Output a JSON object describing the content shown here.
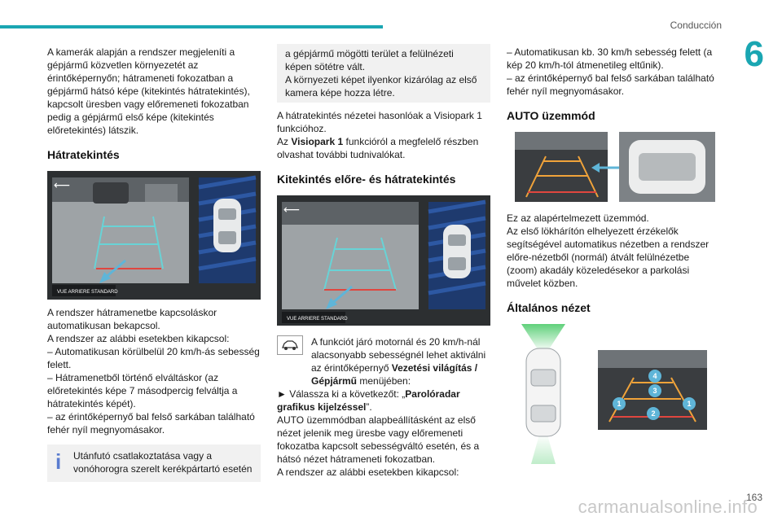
{
  "header": {
    "section": "Conducción",
    "chapter": "6",
    "page": "163"
  },
  "watermark": "carmanualsonline.info",
  "col1": {
    "intro": "A kamerák alapján a rendszer megjeleníti a gépjármű közvetlen környezetét az érintőképernyőn; hátrameneti fokozatban a gépjármű hátsó képe (kitekintés hátratekintés), kapcsolt üresben vagy előremeneti fokozatban pedig a gépjármű első képe (kitekintés előretekintés) látszik.",
    "heading": "Hátratekintés",
    "image_label": "VUE ARRIERE STANDARD",
    "p1": "A rendszer hátramenetbe kapcsoláskor automatikusan bekapcsol.",
    "p2": "A rendszer az alábbi esetekben kikapcsol:",
    "bullet1": "– Automatikusan körülbelül 20 km/h-ás sebesség felett.",
    "bullet2": "– Hátramenetből történő elváltáskor (az előretekintés képe 7 másodpercig felváltja a hátratekintés képét).",
    "bullet3": "– az érintőképernyő bal felső sarkában található fehér nyíl megnyomásakor.",
    "note": "Utánfutó csatlakoztatása vagy a vonóhorogra szerelt kerékpártartó esetén"
  },
  "col2": {
    "note_cont1": "a gépjármű mögötti terület a felülnézeti képen sötétre vált.",
    "note_cont2": "A környezeti képet ilyenkor kizárólag az első kamera képe hozza létre.",
    "p1": "A hátratekintés nézetei hasonlóak a Visiopark 1 funkcióhoz.",
    "p2a": "Az ",
    "p2b": "Visiopark 1",
    "p2c": " funkcióról a megfelelő részben olvashat további tudnivalókat.",
    "heading": "Kitekintés előre- és hátratekintés",
    "image_label": "VUE ARRIERE STANDARD",
    "feature": "A funkciót járó motornál és 20 km/h-nál alacsonyabb sebességnél lehet aktiválni az érintőképernyő ",
    "feature_bold": "Vezetési világítás / Gépjármű",
    "feature_end": " menüjében:",
    "select_a": "► Válassza ki a következőt: „",
    "select_b": "Parolóradar grafikus kijelzéssel",
    "select_c": "”.",
    "p3": "AUTO üzemmódban alapbeállításként az első nézet jelenik meg üresbe vagy előremeneti fokozatba kapcsolt sebességváltó esetén, és a hátsó nézet hátrameneti fokozatban.",
    "p4": "A rendszer az alábbi esetekben kikapcsol:"
  },
  "col3": {
    "bullet1": "– Automatikusan kb. 30 km/h sebesség felett (a kép 20 km/h-tól átmenetileg eltűnik).",
    "bullet2": "– az érintőképernyő bal felső sarkában található fehér nyíl megnyomásakor.",
    "heading1": "AUTO üzemmód",
    "p1": "Ez az alapértelmezett üzemmód.",
    "p2": "Az első lökhárítón elhelyezett érzékelők segítségével automatikus nézetben a rendszer előre-nézetből (normál) átvált felülnézetbe (zoom) akadály közeledésekor a parkolási művelet közben.",
    "heading2": "Általános nézet",
    "markers": [
      "1",
      "2",
      "1",
      "3",
      "4"
    ]
  }
}
